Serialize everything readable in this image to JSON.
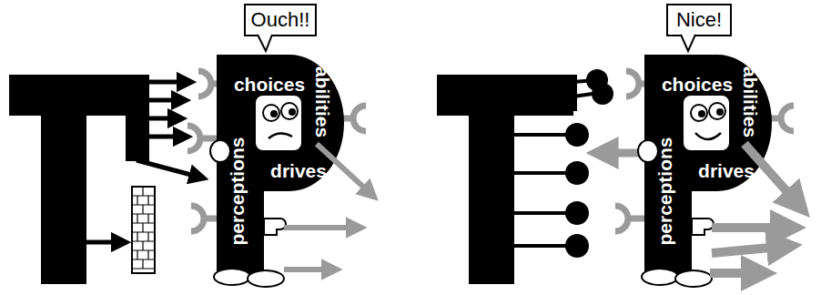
{
  "diagram": {
    "nodes": [
      {
        "text": [
          "Ouch!!"
        ]
      },
      {
        "text": [
          "choices",
          "abilities",
          "perceptions",
          "drives"
        ]
      },
      {
        "text": [
          "Nice!"
        ]
      },
      {
        "text": [
          "choices",
          "abilities",
          "perceptions",
          "drives"
        ]
      }
    ]
  }
}
